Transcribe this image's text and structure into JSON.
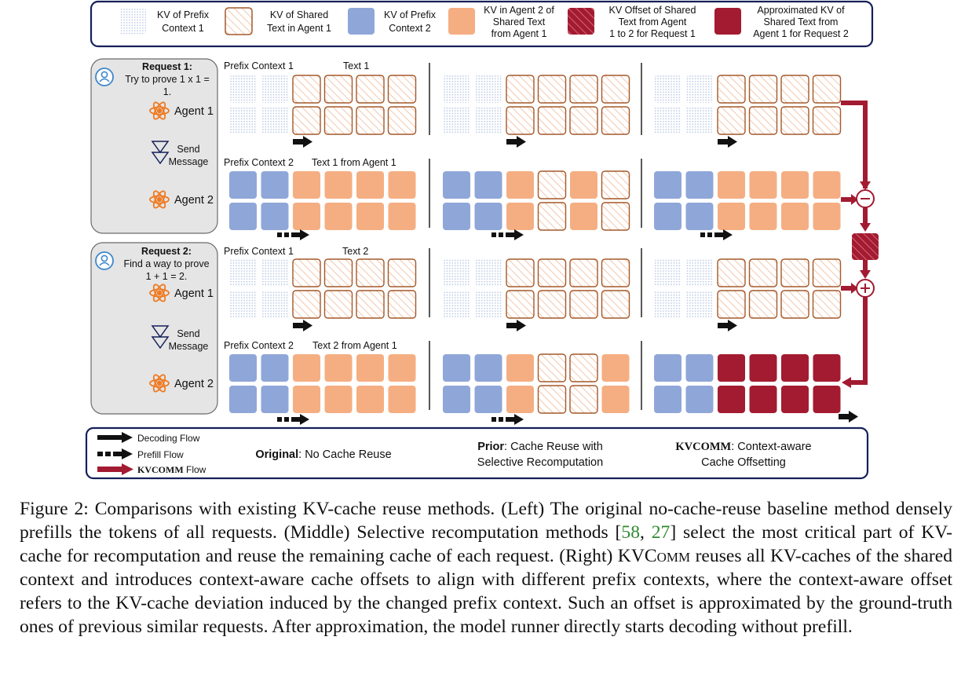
{
  "legend": {
    "items": [
      {
        "id": "prefix1",
        "lines": [
          "KV of Prefix",
          "Context 1"
        ]
      },
      {
        "id": "shared",
        "lines": [
          "KV of Shared",
          "Text in Agent 1"
        ]
      },
      {
        "id": "prefix2",
        "lines": [
          "KV of Prefix",
          "Context 2"
        ]
      },
      {
        "id": "agent2text",
        "lines": [
          "KV in Agent 2 of",
          "Shared Text",
          "from Agent 1"
        ]
      },
      {
        "id": "offset",
        "lines": [
          "KV Offset of Shared",
          "Text from Agent",
          "1 to 2 for Request 1"
        ]
      },
      {
        "id": "approx",
        "lines": [
          "Approximated KV of",
          "Shared Text from",
          "Agent 1 for Request 2"
        ]
      }
    ]
  },
  "requests": [
    {
      "title": "Request 1:",
      "prompt_lines": [
        "Try to prove 1 x 1 =",
        "1."
      ],
      "agent1": "Agent 1",
      "send": [
        "Send",
        "Message"
      ],
      "agent2": "Agent 2",
      "row1_labels": [
        "Prefix Context 1",
        "Text 1"
      ],
      "row2_labels": [
        "Prefix Context 2",
        "Text 1 from Agent 1"
      ]
    },
    {
      "title": "Request 2:",
      "prompt_lines": [
        "Find a way to prove",
        "1 + 1 = 2."
      ],
      "agent1": "Agent 1",
      "send": [
        "Send",
        "Message"
      ],
      "agent2": "Agent 2",
      "row1_labels": [
        "Prefix Context 1",
        "Text 2"
      ],
      "row2_labels": [
        "Prefix Context 2",
        "Text 2 from Agent 1"
      ]
    }
  ],
  "flows": [
    {
      "arrow": "decoding",
      "label": "Decoding Flow"
    },
    {
      "arrow": "prefill",
      "label": "Prefill Flow"
    },
    {
      "arrow": "kvcomm",
      "label_strong": "KVCOMM",
      "label": " Flow"
    }
  ],
  "methods": [
    {
      "strong": "Original",
      "rest": ": No Cache Reuse",
      "second": ""
    },
    {
      "strong": "Prior",
      "rest": ": Cache Reuse with",
      "second": "Selective Recomputation"
    },
    {
      "strong": "KVCOMM",
      "rest": ": Context-aware",
      "second": "Cache Offsetting"
    }
  ],
  "colors": {
    "navy": "#15205a",
    "prefix1_dot": "#b6c6e2",
    "shared_stroke": "#a4582a",
    "shared_hatch": "#f0b998",
    "prefix2": "#8fa6d8",
    "agent2text": "#f5ae82",
    "kvcomm": "#a31b31",
    "offset_hatch": "#d87080",
    "panel_bg": "#e5e5e5",
    "agent_icon": "#ef7a22",
    "user_icon": "#3d88cc"
  },
  "caption": {
    "label": "Figure 2:",
    "text_a": " Comparisons with existing KV-cache reuse methods. (Left) The original no-cache-reuse baseline method densely prefills the tokens of all requests. (Middle) Selective recomputation methods [",
    "ref1": "58",
    "sep": ", ",
    "ref2": "27",
    "text_b": "] select the most critical part of KV-cache for recomputation and reuse the remaining cache of each request. (Right) ",
    "kv": "KVC",
    "omm": "omm",
    "text_c": " reuses all KV-caches of the shared context and introduces context-aware cache offsets to align with different prefix contexts, where the context-aware offset refers to the KV-cache deviation induced by the changed prefix context. Such an offset is approximated by the ground-truth ones of previous similar requests. After approximation, the model runner directly starts decoding without prefill."
  }
}
